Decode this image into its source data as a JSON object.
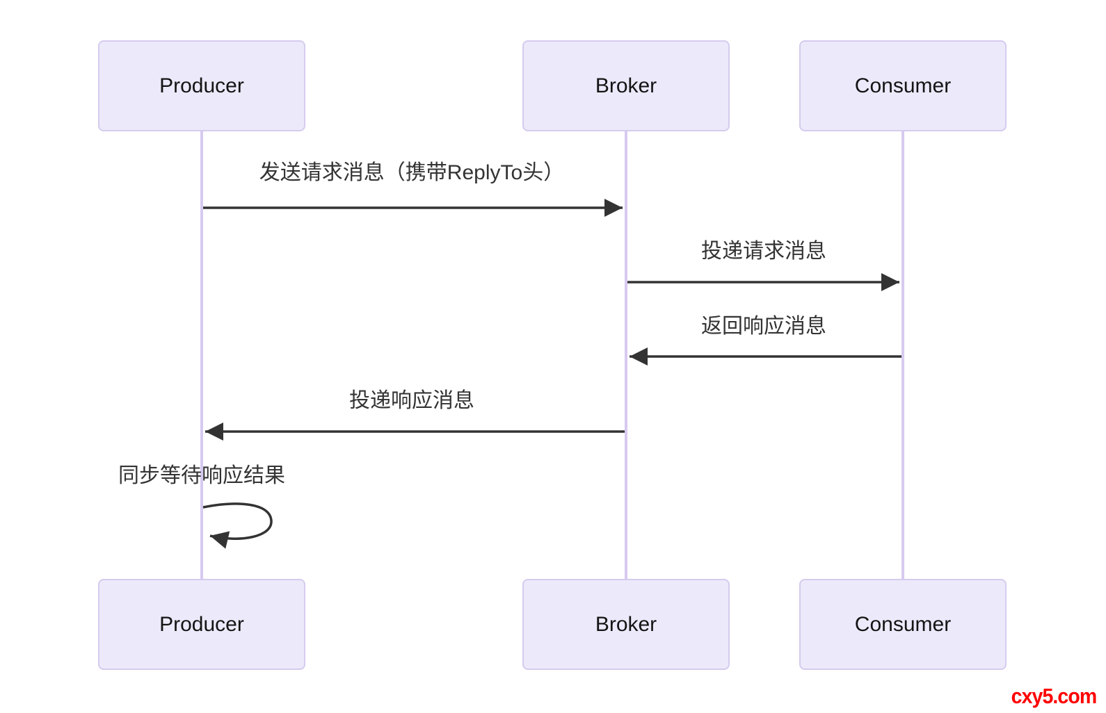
{
  "diagram": {
    "type": "sequence-diagram",
    "actors": [
      {
        "name": "Producer"
      },
      {
        "name": "Broker"
      },
      {
        "name": "Consumer"
      }
    ],
    "messages": [
      {
        "from": "Producer",
        "to": "Broker",
        "label": "发送请求消息（携带ReplyTo头）",
        "arrow": "solid-right"
      },
      {
        "from": "Broker",
        "to": "Consumer",
        "label": "投递请求消息",
        "arrow": "solid-right"
      },
      {
        "from": "Consumer",
        "to": "Broker",
        "label": "返回响应消息",
        "arrow": "solid-left"
      },
      {
        "from": "Broker",
        "to": "Producer",
        "label": "投递响应消息",
        "arrow": "solid-left"
      },
      {
        "from": "Producer",
        "to": "Producer",
        "label": "同步等待响应结果",
        "arrow": "self-loop"
      }
    ],
    "colors": {
      "actor_fill": "#eceafa",
      "actor_border": "#d5cbee",
      "lifeline": "#d7caf0",
      "arrow": "#333333",
      "text": "#333333",
      "watermark": "#ff0000"
    }
  },
  "watermark": {
    "text": "cxy5.com"
  }
}
